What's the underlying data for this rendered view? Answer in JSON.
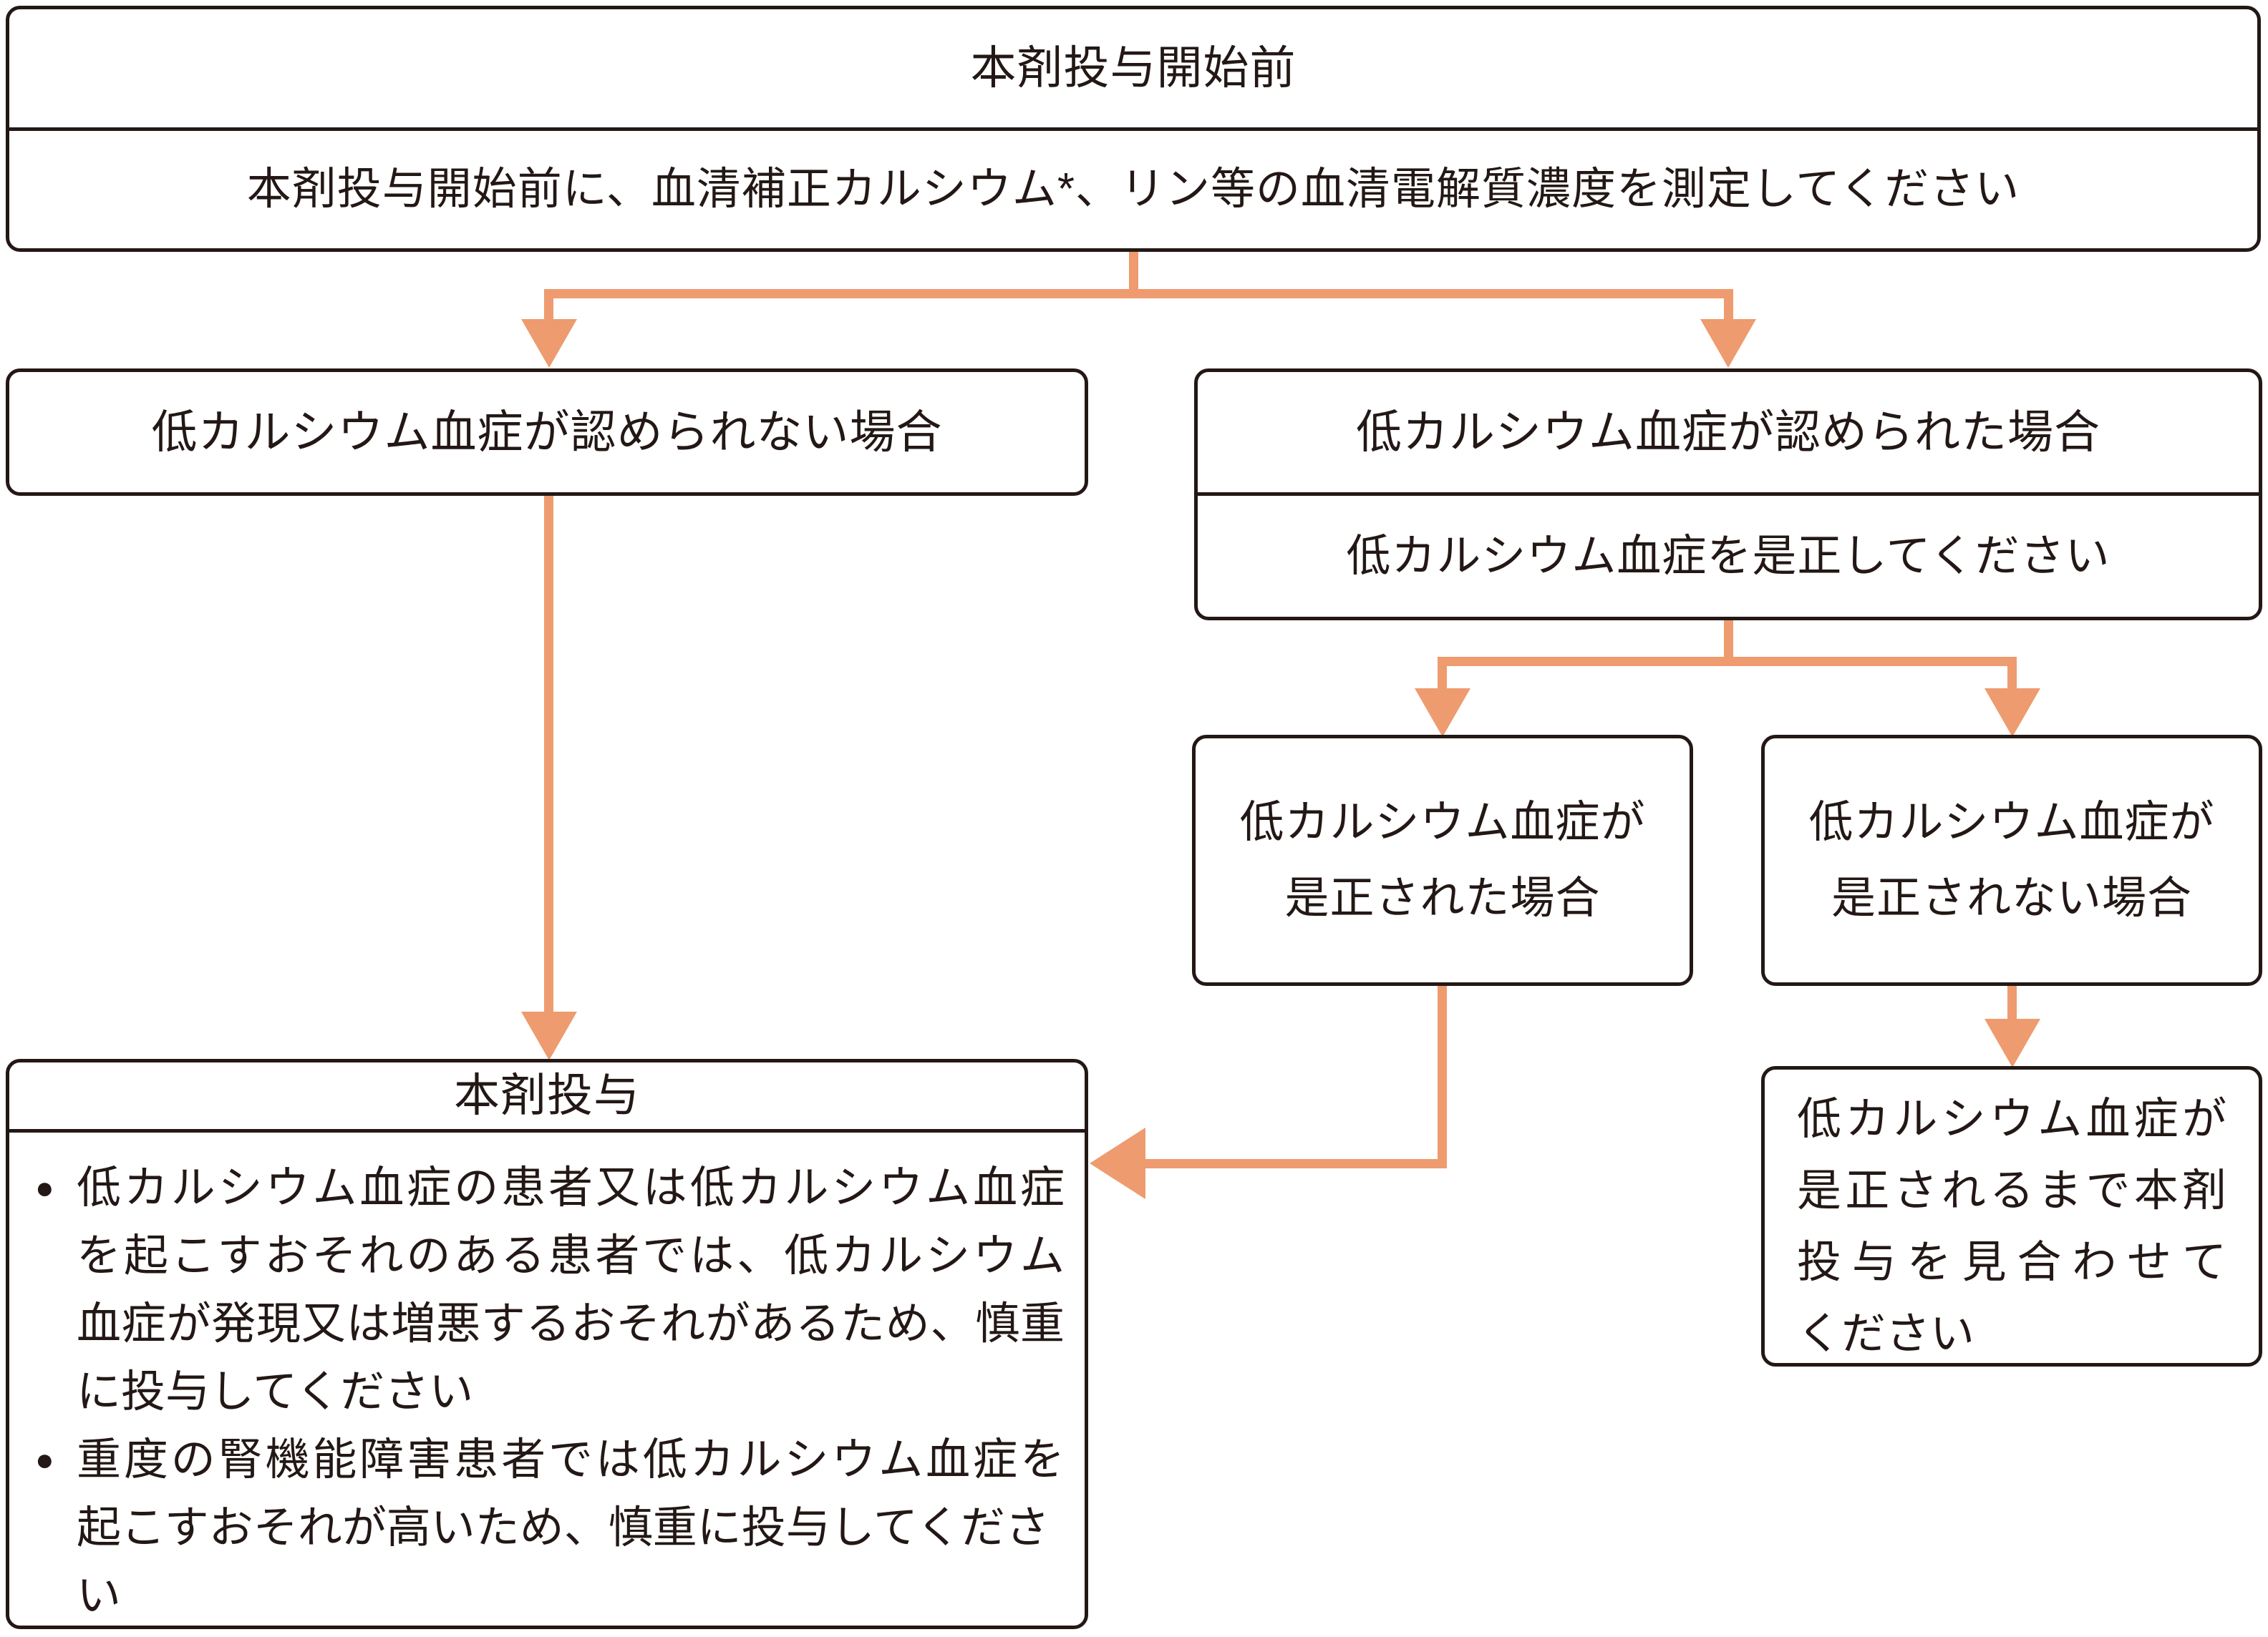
{
  "colors": {
    "accent": "#EE9B6F",
    "ink": "#231815",
    "background": "#FFFFFF"
  },
  "flow": {
    "start": {
      "title": "本剤投与開始前",
      "instruction": "本剤投与開始前に、血清補正カルシウム*、リン等の血清電解質濃度を測定してください"
    },
    "no_hypocalcemia": {
      "label": "低カルシウム血症が認められない場合"
    },
    "hypocalcemia": {
      "label": "低カルシウム血症が認められた場合",
      "instruction": "低カルシウム血症を是正してください"
    },
    "corrected": {
      "lines": [
        "低カルシウム血症が",
        "是正された場合"
      ]
    },
    "not_corrected": {
      "lines": [
        "低カルシウム血症が",
        "是正されない場合"
      ]
    },
    "dosing": {
      "title": "本剤投与",
      "bullet_marker": "●",
      "bullets": [
        {
          "lines": [
            "低カルシウム血症の患者又は低カルシウム血症",
            "を起こすおそれのある患者では、低カルシウム",
            "血症が発現又は増悪するおそれがあるため、慎重",
            "に投与してください"
          ]
        },
        {
          "lines": [
            "重度の腎機能障害患者では低カルシウム血症を",
            "起こすおそれが高いため、慎重に投与してください"
          ]
        }
      ]
    },
    "withhold": {
      "lines": [
        "低カルシウム血症が",
        "是正されるまで本剤",
        "投与を見合わせて",
        "ください"
      ]
    }
  }
}
